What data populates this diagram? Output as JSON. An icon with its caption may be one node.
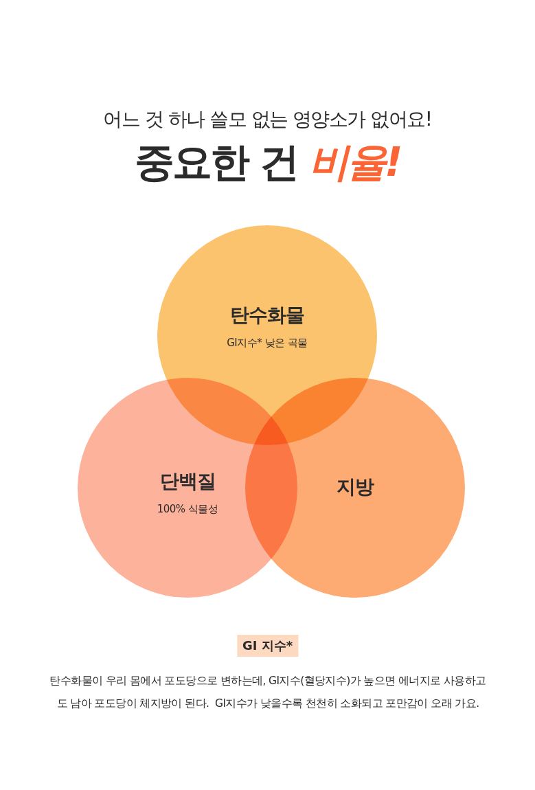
{
  "diagram": {
    "title": "중요한 건 비율!",
    "nodes": [
      {
        "text": [
          "탄수화물",
          "GI지수* 낮은 곡물"
        ]
      },
      {
        "text": [
          "단백질",
          "100% 식물성"
        ]
      },
      {
        "text": [
          "지방"
        ]
      }
    ],
    "labels": [
      "어느 것 하나 쓸모 없는 영양소가 없어요!",
      "GI 지수*",
      "탄수화물이 우리 몸에서 포도당으로 변하는데, GI지수(혈당지수)가 높으면 에너지로 사용하고도 남아 포도당이 체지방이 된다.  GI지수가 낮을수록 천천히 소화되고 포만감이 오래 가요."
    ]
  }
}
